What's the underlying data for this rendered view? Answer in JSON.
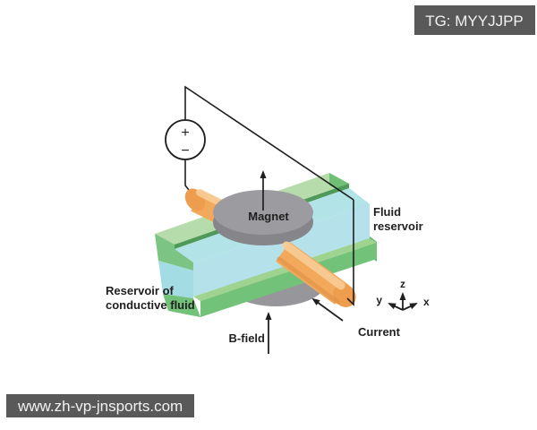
{
  "figure": {
    "labels": {
      "magnet": "Magnet",
      "fluid_reservoir_line1": "Fluid",
      "fluid_reservoir_line2": "reservoir",
      "conductive_line1": "Reservoir of",
      "conductive_line2": "conductive fluid",
      "b_field": "B-field",
      "current": "Current"
    },
    "axes": {
      "x": "x",
      "y": "y",
      "z": "z"
    },
    "voltage_source": {
      "plus": "+",
      "minus": "−"
    },
    "colors": {
      "slab_top_green": "#b7dcab",
      "slab_green_side": "#72c27a",
      "slab_green_side_light": "#7cc484",
      "slab_green_ledge": "#9ed48f",
      "slab_green_dark": "#5cb368",
      "rail_end_green": "#6fbf77",
      "groove_green": "#4f9a58",
      "fluid_top": "#b2e3e6",
      "fluid_front": "#b5e2ea",
      "fluid_side": "#7fc9d6",
      "fluid_side_left": "#a3dce3",
      "magnet_gray": "#9c9ca0",
      "magnet_gray_dark": "#85858a",
      "lower_magnet_gray": "#97979b",
      "rod_orange": "#f3a95c",
      "rod_highlight": "#f8cd96",
      "rod_shade": "#dd8c3f",
      "rod_cap": "#ee9c4d",
      "line_black": "#1f1f1f",
      "watermark_bg": "#59595a"
    }
  },
  "watermarks": {
    "telegram_tag": "TG: MYYJJPP",
    "website": "www.zh-vp-jnsports.com"
  }
}
